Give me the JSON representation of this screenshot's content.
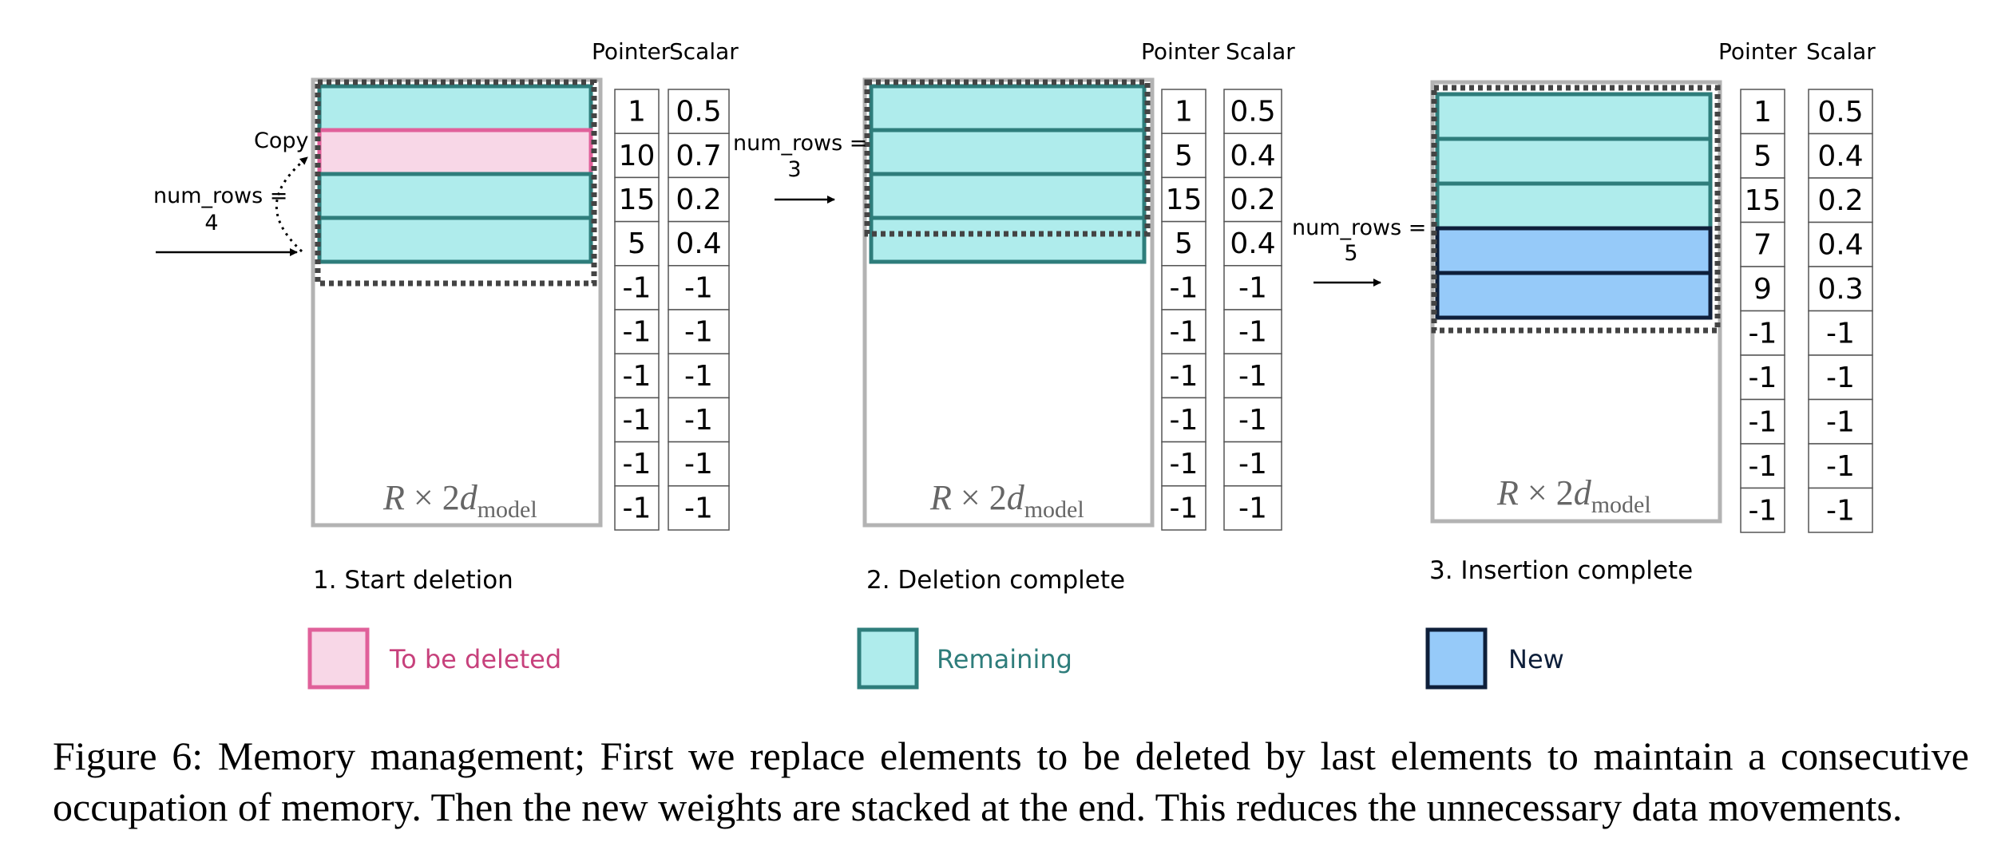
{
  "figure": {
    "panels": [
      {
        "step_label": "1. Start deletion",
        "num_rows_label": "num_rows =",
        "num_rows_value": "4",
        "copy_label": "Copy",
        "matrix_label": "R × 2d",
        "matrix_label_sub": "model",
        "pointer_header": "Pointer",
        "scalar_header": "Scalar",
        "pointer": [
          "1",
          "10",
          "15",
          "5",
          "-1",
          "-1",
          "-1",
          "-1",
          "-1",
          "-1"
        ],
        "scalar": [
          "0.5",
          "0.7",
          "0.2",
          "0.4",
          "-1",
          "-1",
          "-1",
          "-1",
          "-1",
          "-1"
        ],
        "rows": [
          "remaining",
          "to-be-deleted",
          "remaining",
          "remaining"
        ]
      },
      {
        "step_label": "2. Deletion complete",
        "num_rows_label": "num_rows =",
        "num_rows_value": "3",
        "matrix_label": "R × 2d",
        "matrix_label_sub": "model",
        "pointer_header": "Pointer",
        "scalar_header": "Scalar",
        "pointer": [
          "1",
          "5",
          "15",
          "5",
          "-1",
          "-1",
          "-1",
          "-1",
          "-1",
          "-1"
        ],
        "scalar": [
          "0.5",
          "0.4",
          "0.2",
          "0.4",
          "-1",
          "-1",
          "-1",
          "-1",
          "-1",
          "-1"
        ],
        "rows": [
          "remaining",
          "remaining",
          "remaining",
          "remaining"
        ]
      },
      {
        "step_label": "3. Insertion complete",
        "num_rows_label": "num_rows =",
        "num_rows_value": "5",
        "matrix_label": "R × 2d",
        "matrix_label_sub": "model",
        "pointer_header": "Pointer",
        "scalar_header": "Scalar",
        "pointer": [
          "1",
          "5",
          "15",
          "7",
          "9",
          "-1",
          "-1",
          "-1",
          "-1",
          "-1"
        ],
        "scalar": [
          "0.5",
          "0.4",
          "0.2",
          "0.4",
          "0.3",
          "-1",
          "-1",
          "-1",
          "-1",
          "-1"
        ],
        "rows": [
          "remaining",
          "remaining",
          "remaining",
          "new",
          "new"
        ]
      }
    ],
    "legend": [
      {
        "label": "To be deleted",
        "kind": "to-be-deleted"
      },
      {
        "label": "Remaining",
        "kind": "remaining"
      },
      {
        "label": "New",
        "kind": "new"
      }
    ],
    "colors": {
      "to_be_deleted_fill": "#F8D7E7",
      "to_be_deleted_stroke": "#E0609A",
      "to_be_deleted_text": "#C7417C",
      "remaining_fill": "#AFECEC",
      "remaining_stroke": "#2E7D7B",
      "remaining_text": "#2E7D7B",
      "new_fill": "#96CAF9",
      "new_stroke": "#0E1F3A",
      "new_text": "#0E1F3A",
      "frame": "#B3B3B3",
      "label_gray": "#666666"
    }
  },
  "caption": "Figure 6: Memory management; First we replace elements to be deleted by last elements to maintain a consecutive occupation of memory. Then the new weights are stacked at the end. This reduces the unnecessary data movements."
}
